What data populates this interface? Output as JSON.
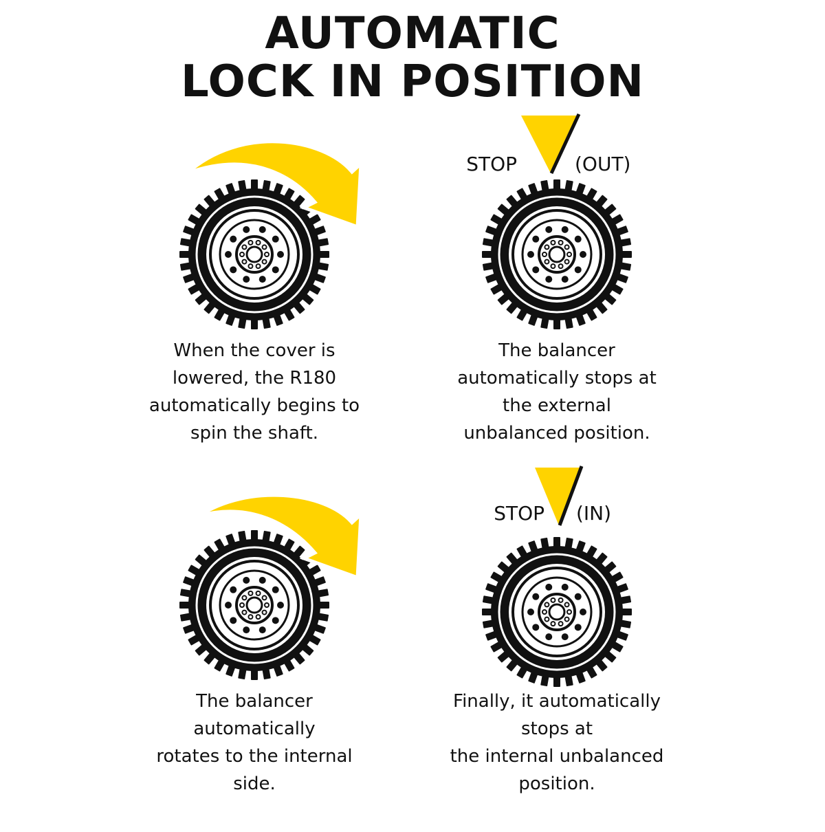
{
  "title": {
    "line1": "AUTOMATIC",
    "line2": "LOCK IN POSITION"
  },
  "colors": {
    "accent": "#ffd300",
    "ink": "#111111",
    "background": "#ffffff"
  },
  "panels": [
    {
      "icon": "tire-rotating-arrow",
      "caption": [
        "When the cover is",
        "lowered, the R180",
        "automatically begins to",
        "spin the shaft."
      ]
    },
    {
      "icon": "tire-stop-marker",
      "stop_label": "STOP",
      "stop_side": "(OUT)",
      "caption": [
        "The balancer",
        "automatically stops at",
        "the external",
        "unbalanced position."
      ]
    },
    {
      "icon": "tire-rotating-arrow",
      "caption": [
        "The balancer",
        "automatically",
        "rotates to the internal",
        "side."
      ]
    },
    {
      "icon": "tire-stop-marker",
      "stop_label": "STOP",
      "stop_side": "(IN)",
      "caption": [
        "Finally, it automatically",
        "stops at",
        "the internal unbalanced",
        "position."
      ]
    }
  ]
}
